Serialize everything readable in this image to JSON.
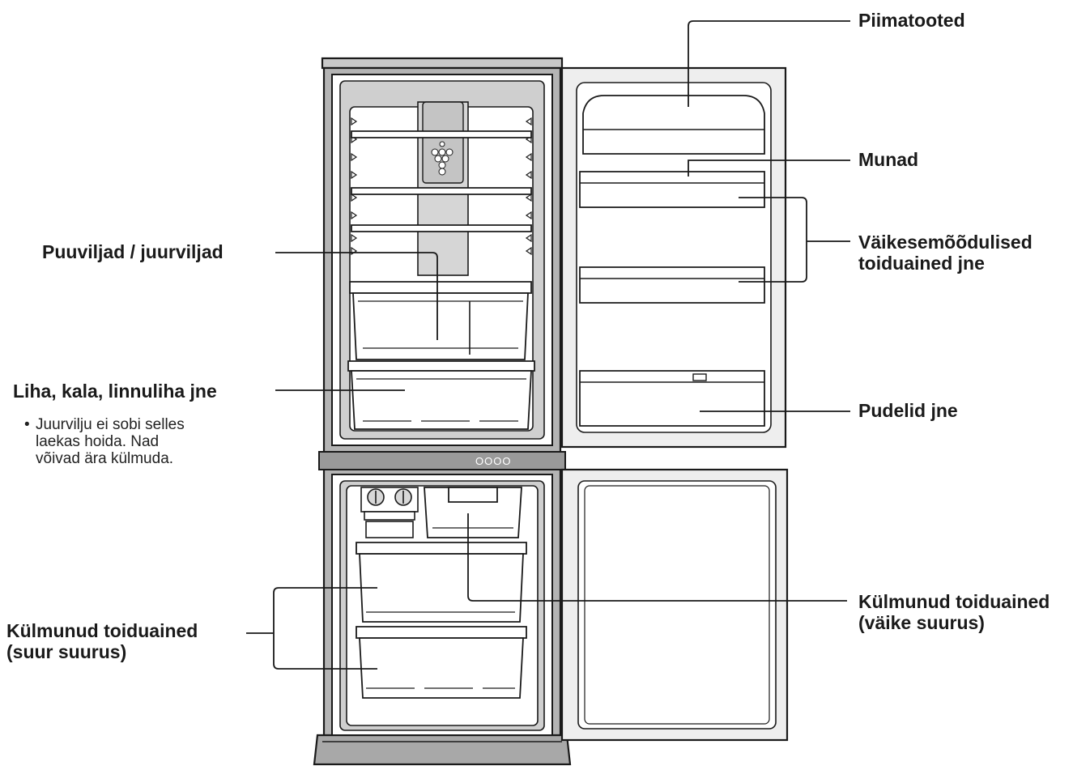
{
  "labels": {
    "dairy": "Piimatooted",
    "eggs": "Munad",
    "small_food": [
      "Väikesemõõdulised",
      "toiduained jne"
    ],
    "fruit_veg": "Puuviljad / juurviljad",
    "meat_fish": "Liha, kala, linnuliha jne",
    "bottles": "Pudelid jne",
    "frozen_large": [
      "Külmunud toiduained",
      "(suur suurus)"
    ],
    "frozen_small": [
      "Külmunud toiduained",
      "(väike suurus)"
    ]
  },
  "note": {
    "bullet": "•",
    "lines": [
      "Juurvilju ei sobi selles",
      "laekas hoida. Nad",
      "võivad ära külmuda."
    ]
  },
  "panel_text": "OOOO",
  "colors": {
    "line": "#1a1a1a",
    "body_grey": "#b4b4b4",
    "inner_grey": "#d0d0d0",
    "panel_grey": "#9a9a9a",
    "door_fill": "#eeeeee",
    "white": "#ffffff"
  }
}
